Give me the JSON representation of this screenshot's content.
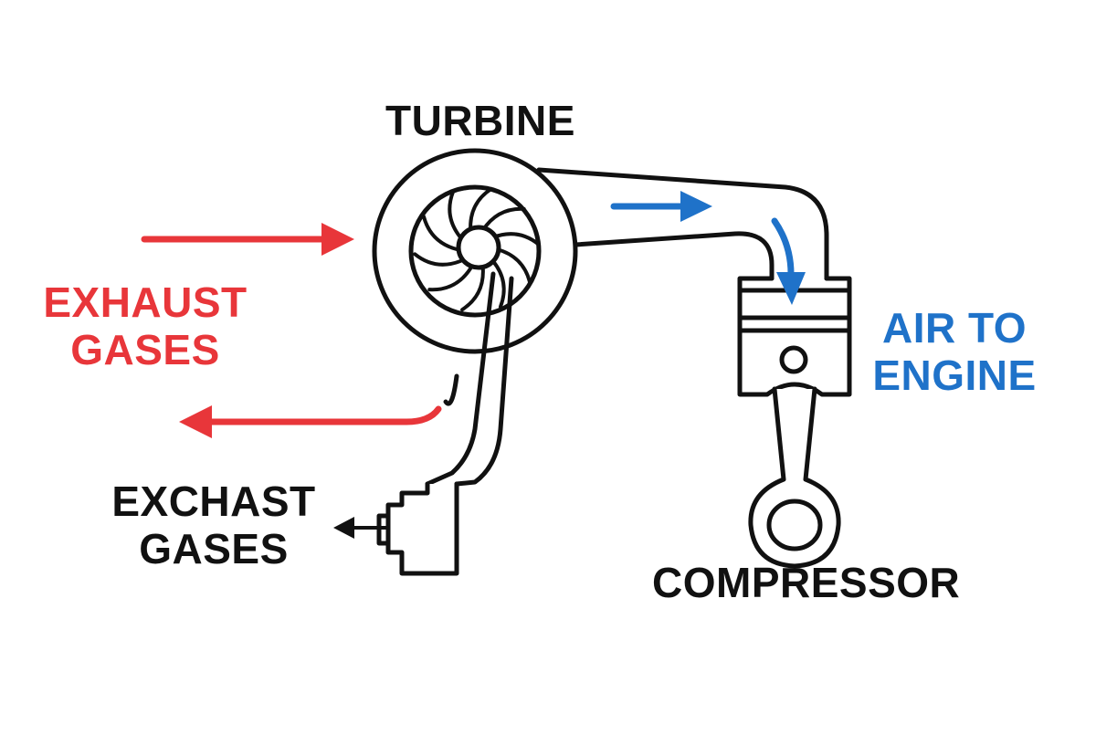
{
  "labels": {
    "turbine": "TURBINE",
    "exhaust_in": [
      "EXHAUST",
      "GASES"
    ],
    "exhaust_out": [
      "EXCHAST",
      "GASES"
    ],
    "air_to_engine": [
      "AIR TO",
      "ENGINE"
    ],
    "compressor": "COMPRESSOR"
  },
  "colors": {
    "outline": "#111111",
    "exhaust": "#e8363a",
    "air": "#1f72c9",
    "background": "#ffffff"
  },
  "icons": {
    "turbine": "turbine-wheel-icon",
    "piston": "piston-icon",
    "connecting_rod": "connecting-rod-icon"
  }
}
